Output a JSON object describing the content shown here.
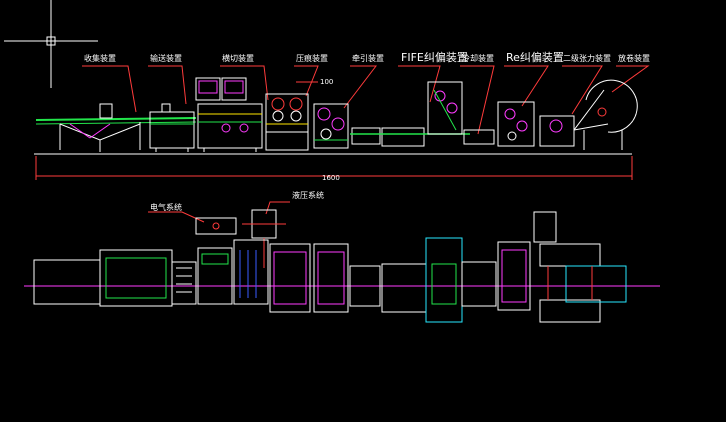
{
  "labels": {
    "collect": "收集装置",
    "transfer": "输送装置",
    "cutting": "横切装置",
    "press": "压痕装置",
    "traction": "牵引装置",
    "fife": "FIFE纠偏装置",
    "cooling": "冷却装置",
    "re": "Re纠偏装置",
    "tension": "二级张力装置",
    "unwind": "放卷装置",
    "electric": "电气系统",
    "hydraulic": "液压系统"
  },
  "dimensions": {
    "height_100": "100",
    "length_1600": "1600"
  },
  "colors": {
    "background": "#000000",
    "line": "#ffffff",
    "leader": "#ff3b3b",
    "green": "#22e64b",
    "magenta": "#ff3cff",
    "cyan": "#28e8ff",
    "yellow": "#ffe600",
    "blue": "#3a5cff"
  }
}
